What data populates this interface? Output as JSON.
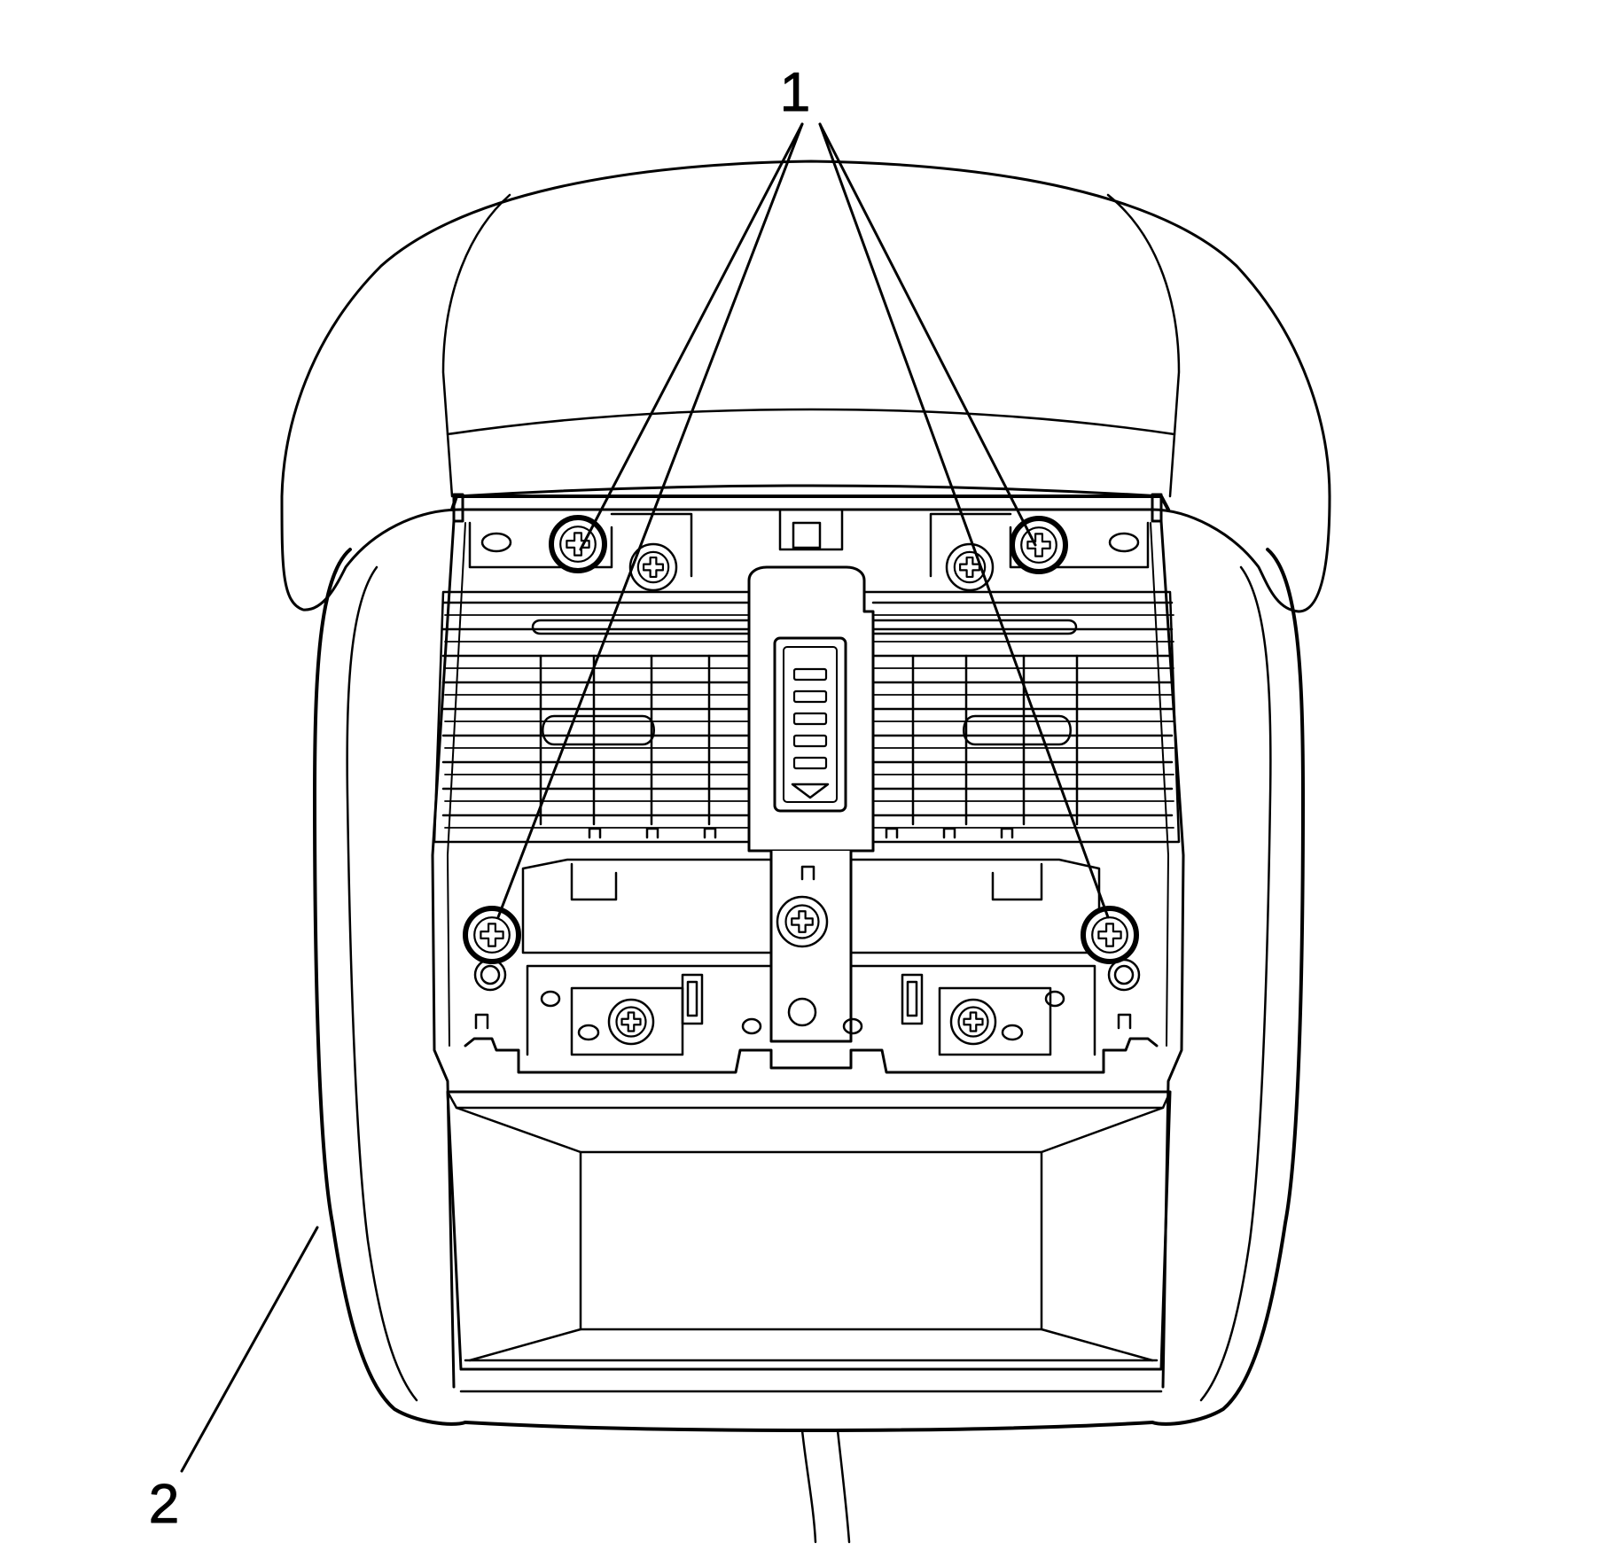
{
  "callouts": [
    {
      "id": "1",
      "text": "1"
    },
    {
      "id": "2",
      "text": "2"
    }
  ],
  "colors": {
    "line": "#000000",
    "background": "#ffffff"
  },
  "icons": [
    "phillips-screw-icon"
  ]
}
